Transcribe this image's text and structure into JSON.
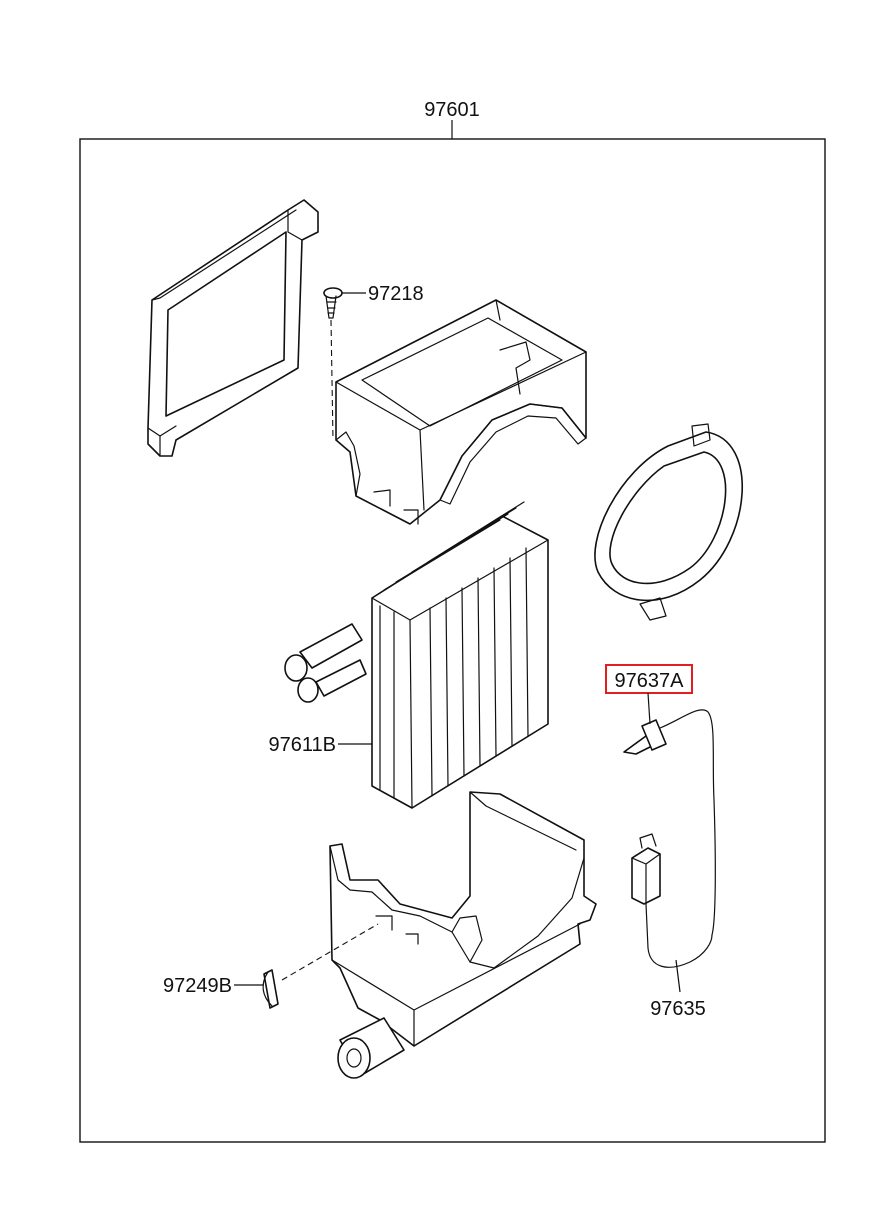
{
  "assembly": {
    "label": "97601"
  },
  "parts": [
    {
      "id": "97218",
      "label": "97218"
    },
    {
      "id": "97611B",
      "label": "97611B"
    },
    {
      "id": "97637A",
      "label": "97637A",
      "highlighted": true
    },
    {
      "id": "97635",
      "label": "97635"
    },
    {
      "id": "97249B",
      "label": "97249B"
    }
  ],
  "colors": {
    "highlight": "#e02020",
    "line": "#111111",
    "background": "#ffffff"
  }
}
